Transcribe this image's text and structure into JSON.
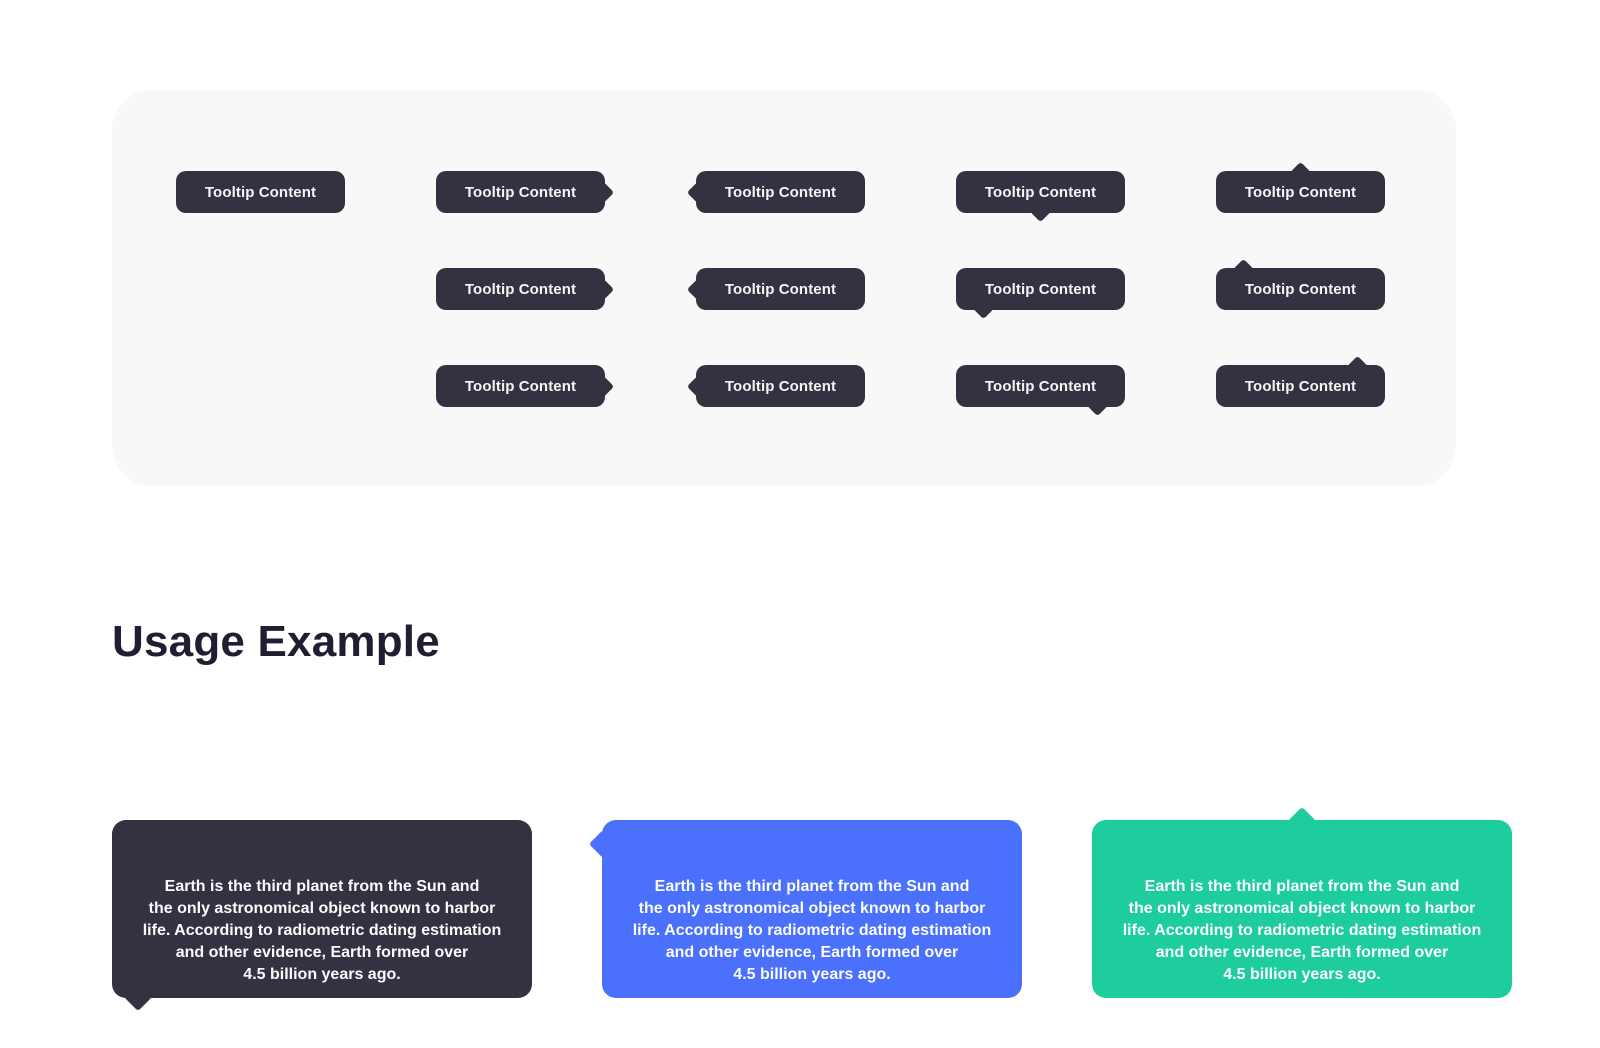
{
  "showcase_panel": {
    "background": "#f8f8f9",
    "tooltip_label": "Tooltip Content",
    "tooltip_bg": "#343140",
    "tooltip_text_color": "#f5f5f6",
    "grid": [
      [
        "none",
        "right",
        "left",
        "bottom-center",
        "top-center"
      ],
      [
        "empty",
        "right",
        "left",
        "bottom-left",
        "top-left"
      ],
      [
        "empty",
        "right",
        "left",
        "bottom-right",
        "top-right"
      ]
    ]
  },
  "usage": {
    "heading": "Usage Example",
    "heading_color": "#201e32",
    "body_text": "Earth is the third planet from the Sun and\nthe only astronomical object known to harbor\nlife. According to radiometric dating estimation\nand other evidence, Earth formed over\n4.5 billion years ago.",
    "examples": [
      {
        "variant": "dark",
        "color": "#343140",
        "arrow_position": "bottom-left"
      },
      {
        "variant": "blue",
        "color": "#4b70fb",
        "arrow_position": "left-top"
      },
      {
        "variant": "green",
        "color": "#1ecd9d",
        "arrow_position": "top-center"
      }
    ]
  }
}
